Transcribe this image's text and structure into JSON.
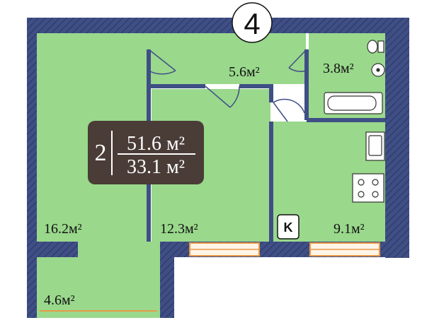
{
  "section_number": "4",
  "apartment": {
    "rooms_count": "2",
    "total_area": "51.6 м²",
    "living_area": "33.1 м²"
  },
  "rooms": {
    "living_room": "16.2м²",
    "bedroom": "12.3м²",
    "hallway": "5.6м²",
    "bathroom": "3.8м²",
    "kitchen": "9.1м²",
    "balcony": "4.6м²"
  },
  "kitchen_badge": "K",
  "colors": {
    "wall": "#3f4f86",
    "floor": "#9ad88c",
    "area_box": "#4a3c37",
    "window": "#e79a47"
  }
}
